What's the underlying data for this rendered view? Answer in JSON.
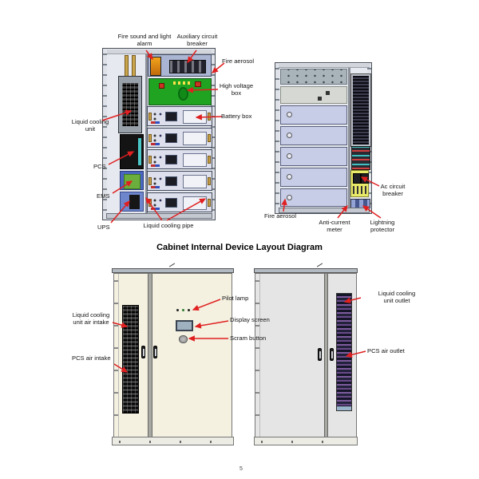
{
  "page": {
    "title": "Cabinet Internal Device Layout Diagram",
    "page_number": "5"
  },
  "colors": {
    "arrow_red": "#e02020",
    "high_voltage_board_green": "#1fa321",
    "alarm_orange": "#e8960f",
    "breaker_panel_yellow": "#e9e96a",
    "battery_back_lavender": "#c7cce7",
    "battery_front_gray": "#dde0ec",
    "front_door_cream": "#f4f1e1",
    "back_door_gray": "#e5e5e5",
    "outlet_grille_purple": "#7e5c9e",
    "pcs_strip_teal": "#4cc7c7",
    "ems_board_green": "#6cae3e",
    "ups_blue": "#6e86cc"
  },
  "front_internal_view": {
    "labels": {
      "fire_alarm": "Fire sound and light\nalarm",
      "aux_breaker": "Auxiliary circuit\nbreaker",
      "fire_aerosol": "Fire aerosol",
      "high_voltage_box": "High voltage\nbox",
      "battery_box": "Battery box",
      "liquid_cooling_unit": "Liquid cooling\nunit",
      "pcs": "PCS",
      "ems": "EMS",
      "ups": "UPS",
      "liquid_cooling_pipe": "Liquid cooling pipe"
    }
  },
  "back_internal_view": {
    "labels": {
      "fire_aerosol": "Fire aerosol",
      "anti_current_meter": "Anti-current\nmeter",
      "lightning_protector": "Lightning\nprotector",
      "ac_circuit_breaker": "Ac circuit\nbreaker"
    }
  },
  "front_door_view": {
    "labels": {
      "pilot_lamp": "Pilot lamp",
      "display_screen": "Display screen",
      "scram_button": "Scram button",
      "lcu_air_intake": "Liquid cooling\nunit air intake",
      "pcs_air_intake": "PCS air intake"
    }
  },
  "back_door_view": {
    "labels": {
      "lcu_outlet": "Liquid cooling\nunit outlet",
      "pcs_air_outlet": "PCS air outlet"
    }
  }
}
